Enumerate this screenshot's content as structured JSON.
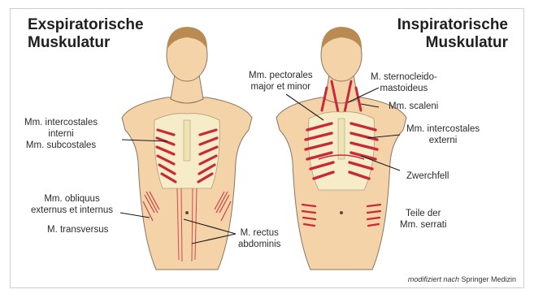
{
  "titles": {
    "left_line1": "Exspiratorische",
    "left_line2": "Muskulatur",
    "right_line1": "Inspiratorische",
    "right_line2": "Muskulatur"
  },
  "labels_left": {
    "intercostales_interni_1": "Mm. intercostales",
    "intercostales_interni_2": "interni",
    "subcostales": "Mm. subcostales",
    "obliquus_1": "Mm. obliquus",
    "obliquus_2": "externus et internus",
    "transversus": "M. transversus",
    "rectus_1": "M. rectus",
    "rectus_2": "abdominis"
  },
  "labels_right": {
    "pectorales_1": "Mm. pectorales",
    "pectorales_2": "major et minor",
    "sternocleido_1": "M. sternocleido-",
    "sternocleido_2": "mastoideus",
    "scaleni": "Mm. scaleni",
    "intercostales_externi_1": "Mm. intercostales",
    "intercostales_externi_2": "externi",
    "zwerchfell": "Zwerchfell",
    "serrati_1": "Teile der",
    "serrati_2": "Mm. serrati"
  },
  "credit": {
    "prefix": "modifiziert nach",
    "source": "Springer Medizin"
  },
  "colors": {
    "skin": "#f4d3a8",
    "skin_outline": "#8a7560",
    "hair": "#b98b52",
    "bone": "#f6ecc8",
    "muscle": "#c8283a",
    "leader_line": "#1a1a1a"
  }
}
